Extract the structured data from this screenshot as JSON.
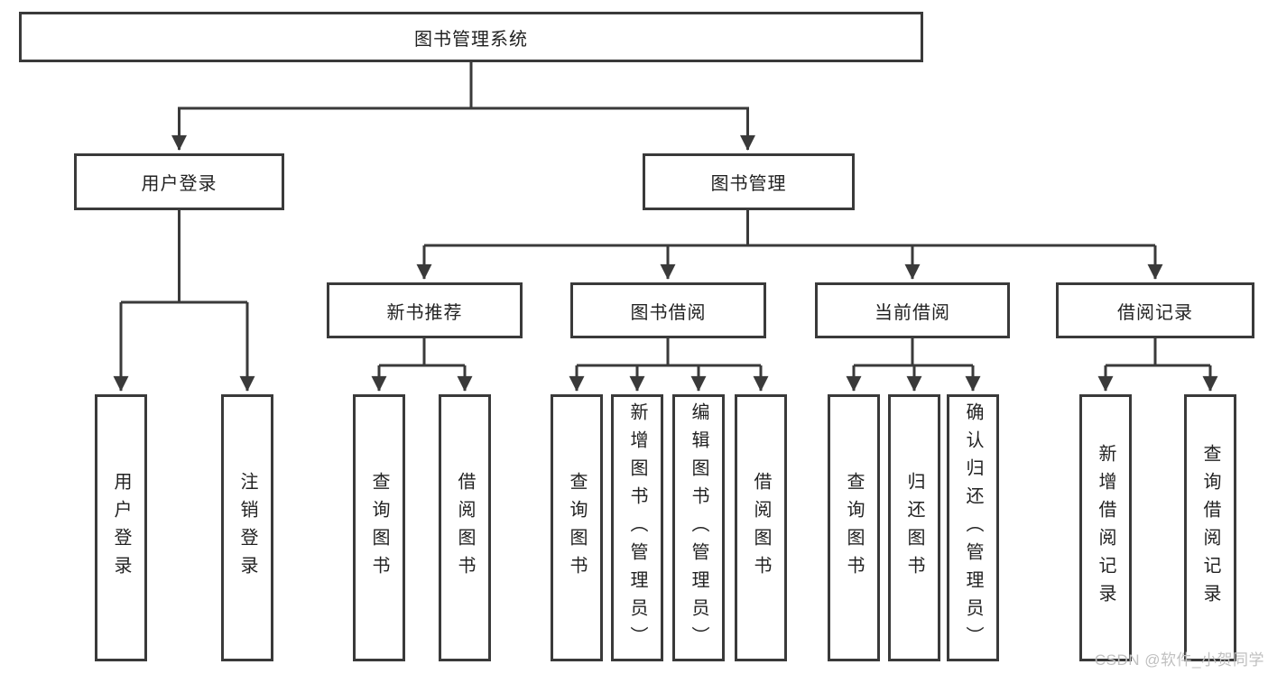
{
  "colors": {
    "line": "#3a3a3a",
    "box_border": "#3a3a3a",
    "text": "#222222",
    "watermark": "#c0c0c0",
    "background": "#ffffff"
  },
  "diagram": {
    "root": {
      "label": "图书管理系统"
    },
    "level2": [
      {
        "label": "用户登录"
      },
      {
        "label": "图书管理"
      }
    ],
    "level3": [
      {
        "label": "新书推荐"
      },
      {
        "label": "图书借阅"
      },
      {
        "label": "当前借阅"
      },
      {
        "label": "借阅记录"
      }
    ],
    "leaves": {
      "user_login": [
        "用户登录",
        "注销登录"
      ],
      "new_book_recommendation": [
        "查询图书",
        "借阅图书"
      ],
      "book_borrowing": [
        "查询图书",
        "新增图书（管理员）",
        "编辑图书（管理员）",
        "借阅图书"
      ],
      "current_borrowing": [
        "查询图书",
        "归还图书",
        "确认归还（管理员）"
      ],
      "borrowing_records": [
        "新增借阅记录",
        "查询借阅记录"
      ]
    }
  },
  "watermark": {
    "text": "CSDN @软件_小贺同学"
  }
}
